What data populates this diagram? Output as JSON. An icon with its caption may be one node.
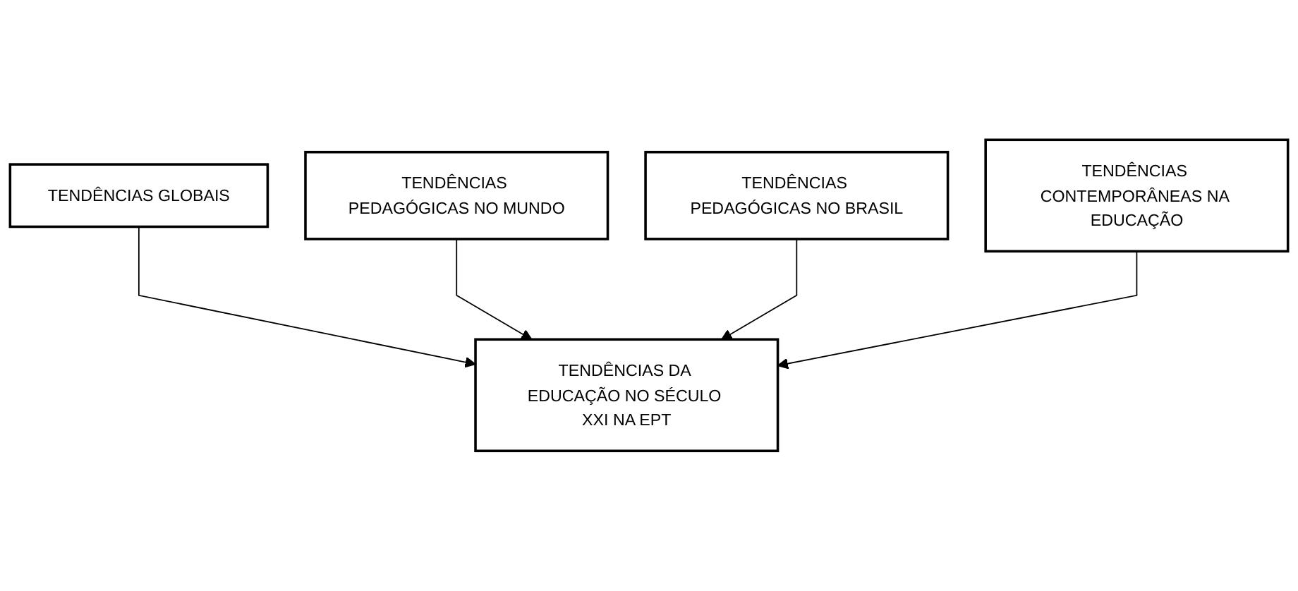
{
  "diagram": {
    "nodes": [
      {
        "text": [
          "TENDÊNCIAS GLOBAIS"
        ]
      },
      {
        "text": [
          "TENDÊNCIAS PEDAGÓGICAS NO MUNDO"
        ]
      },
      {
        "text": [
          "TENDÊNCIAS DA EDUCAÇÃO NO SÉCULO XXI NA EPT"
        ]
      },
      {
        "text": [
          "TENDÊNCIAS PEDAGÓGICAS NO BRASIL"
        ]
      },
      {
        "text": [
          "TENDÊNCIAS CONTEMPORÂNEAS NA EDUCAÇÃO"
        ]
      }
    ],
    "edges": [
      {
        "from": 0,
        "to": 2,
        "arrow": "to"
      },
      {
        "from": 1,
        "to": 2,
        "arrow": "to"
      },
      {
        "from": 3,
        "to": 2,
        "arrow": "to"
      },
      {
        "from": 4,
        "to": 2,
        "arrow": "to"
      }
    ]
  }
}
